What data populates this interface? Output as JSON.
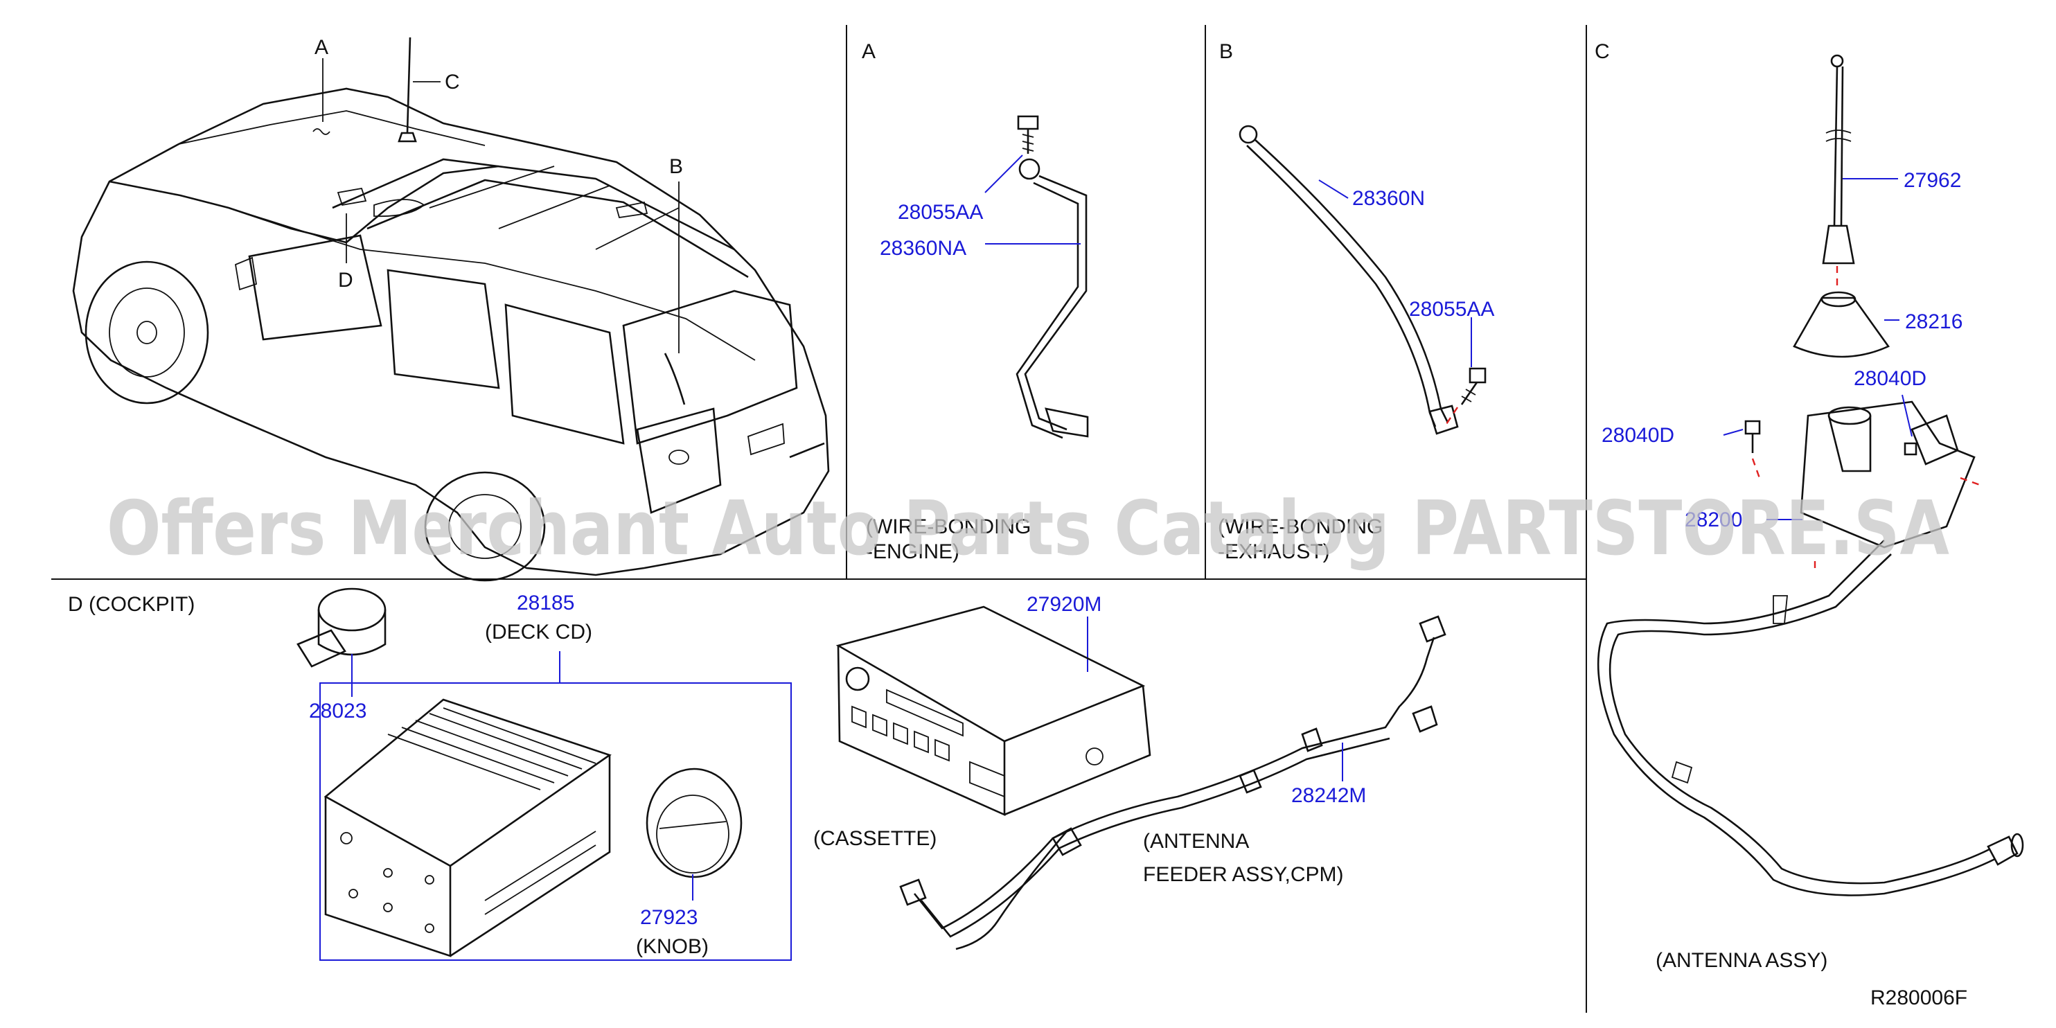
{
  "diagram": {
    "sections": {
      "a": "A",
      "b": "B",
      "c": "C",
      "d": "D   (COCKPIT)"
    },
    "vehicle_callouts": {
      "a": "A",
      "b": "B",
      "c": "C",
      "d": "D"
    },
    "parts": {
      "p28055AA_a": "28055AA",
      "p28360NA": "28360NA",
      "p28360N": "28360N",
      "p28055AA_b": "28055AA",
      "p27962": "27962",
      "p28216": "28216",
      "p28040D_r": "28040D",
      "p28040D_l": "28040D",
      "p28200": "28200",
      "p28185": "28185",
      "p28023": "28023",
      "p27923": "27923",
      "p27920M": "27920M",
      "p28242M": "28242M"
    },
    "captions": {
      "wire_engine_1": "(WIRE-BONDING",
      "wire_engine_2": "-ENGINE)",
      "wire_exhaust_1": "(WIRE-BONDING",
      "wire_exhaust_2": "-EXHAUST)",
      "deck_cd": "(DECK   CD)",
      "knob": "(KNOB)",
      "cassette": "(CASSETTE)",
      "feeder_1": "(ANTENNA",
      "feeder_2": "FEEDER   ASSY,CPM)",
      "antenna_assy": "(ANTENNA   ASSY)"
    },
    "figure_code": "R280006F",
    "watermark": "Offers Merchant Auto Parts Catalog PARTSTORE.SA"
  }
}
